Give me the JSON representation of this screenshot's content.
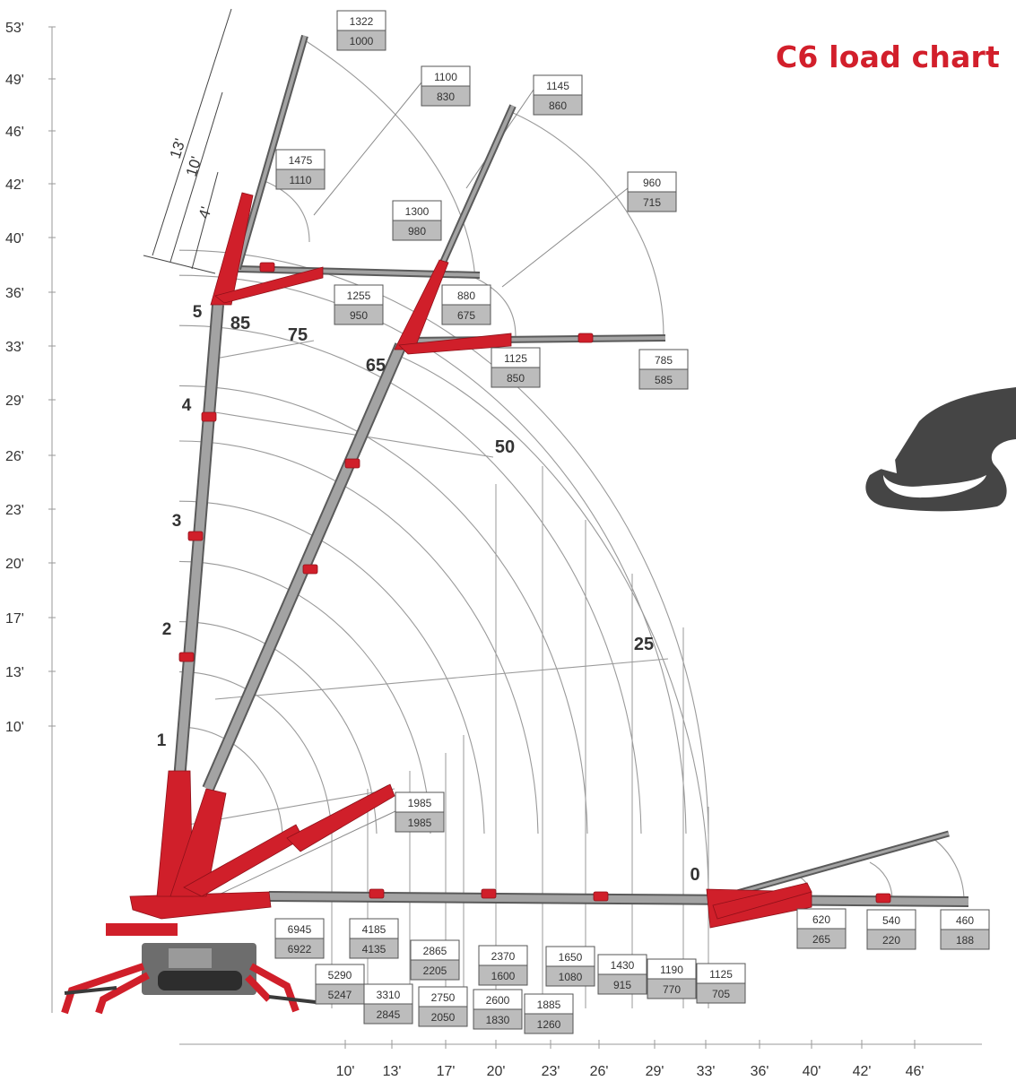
{
  "title": "C6 load chart",
  "colors": {
    "boom": "#d01f2a",
    "boom_dark": "#8f1019",
    "tele": "#7a7a7a",
    "grid": "#888888",
    "box_bottom_fill": "#bcbcbc",
    "title": "#d21f2b"
  },
  "y_axis_labels": [
    "53'",
    "49'",
    "46'",
    "42'",
    "40'",
    "36'",
    "33'",
    "29'",
    "26'",
    "23'",
    "20'",
    "17'",
    "13'",
    "10'"
  ],
  "x_axis_labels": [
    "10'",
    "13'",
    "17'",
    "20'",
    "23'",
    "26'",
    "29'",
    "33'",
    "36'",
    "40'",
    "42'",
    "46'"
  ],
  "angle_labels": [
    "85",
    "75",
    "65",
    "50",
    "25",
    "0"
  ],
  "section_labels": [
    "1",
    "2",
    "3",
    "4",
    "5"
  ],
  "jib_dimensions": [
    "13'",
    "10'",
    "4'"
  ],
  "load_boxes": [
    {
      "top": "1322",
      "bottom": "1000"
    },
    {
      "top": "1100",
      "bottom": "830"
    },
    {
      "top": "1145",
      "bottom": "860"
    },
    {
      "top": "1475",
      "bottom": "1110"
    },
    {
      "top": "960",
      "bottom": "715"
    },
    {
      "top": "1300",
      "bottom": "980"
    },
    {
      "top": "1255",
      "bottom": "950"
    },
    {
      "top": "880",
      "bottom": "675"
    },
    {
      "top": "1125",
      "bottom": "850"
    },
    {
      "top": "785",
      "bottom": "585"
    },
    {
      "top": "1985",
      "bottom": "1985"
    },
    {
      "top": "6945",
      "bottom": "6922"
    },
    {
      "top": "4185",
      "bottom": "4135"
    },
    {
      "top": "5290",
      "bottom": "5247"
    },
    {
      "top": "3310",
      "bottom": "2845"
    },
    {
      "top": "2865",
      "bottom": "2205"
    },
    {
      "top": "2750",
      "bottom": "2050"
    },
    {
      "top": "2370",
      "bottom": "1600"
    },
    {
      "top": "2600",
      "bottom": "1830"
    },
    {
      "top": "1885",
      "bottom": "1260"
    },
    {
      "top": "1650",
      "bottom": "1080"
    },
    {
      "top": "1430",
      "bottom": "915"
    },
    {
      "top": "1190",
      "bottom": "770"
    },
    {
      "top": "1125",
      "bottom": "705"
    },
    {
      "top": "620",
      "bottom": "265"
    },
    {
      "top": "540",
      "bottom": "220"
    },
    {
      "top": "460",
      "bottom": "188"
    }
  ]
}
